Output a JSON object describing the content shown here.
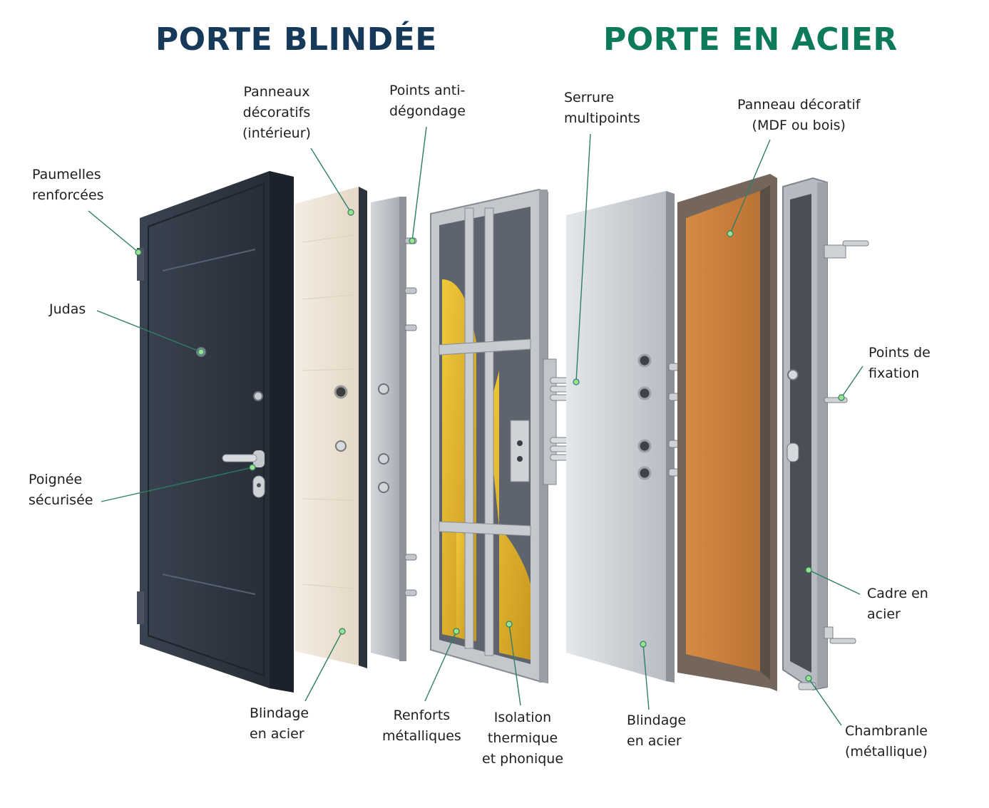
{
  "titles": {
    "left": "PORTE BLINDÉE",
    "right": "PORTE EN ACIER"
  },
  "colors": {
    "title_left": "#16395a",
    "title_right": "#0d7a5b",
    "callout_line": "#2f7d69",
    "callout_dot": "#9be28c",
    "dark_door": "#2c3440",
    "veneer": "#eee4d6",
    "steel": "#b8bcc1",
    "insulation": "#e2b52b",
    "wood_panel": "#c9803f"
  },
  "labels": {
    "paumelles": [
      "Paumelles",
      "renforcées"
    ],
    "panneaux": [
      "Panneaux",
      "décoratifs",
      "(intérieur)"
    ],
    "anti_degondage": [
      "Points anti-",
      "dégondage"
    ],
    "serrure": [
      "Serrure",
      "multipoints"
    ],
    "panneau_decoratif": [
      "Panneau décoratif",
      "(MDF ou bois)"
    ],
    "judas": [
      "Judas"
    ],
    "poignee": [
      "Poignée",
      "sécurisée"
    ],
    "points_fixation": [
      "Points de",
      "fixation"
    ],
    "cadre": [
      "Cadre en",
      "acier"
    ],
    "blindage_left": [
      "Blindage",
      "en acier"
    ],
    "renforts": [
      "Renforts",
      "métalliques"
    ],
    "isolation": [
      "Isolation",
      "thermique",
      "et phonique"
    ],
    "blindage_right": [
      "Blindage",
      "en acier"
    ],
    "chambranle": [
      "Chambranle",
      "(métallique)"
    ]
  }
}
